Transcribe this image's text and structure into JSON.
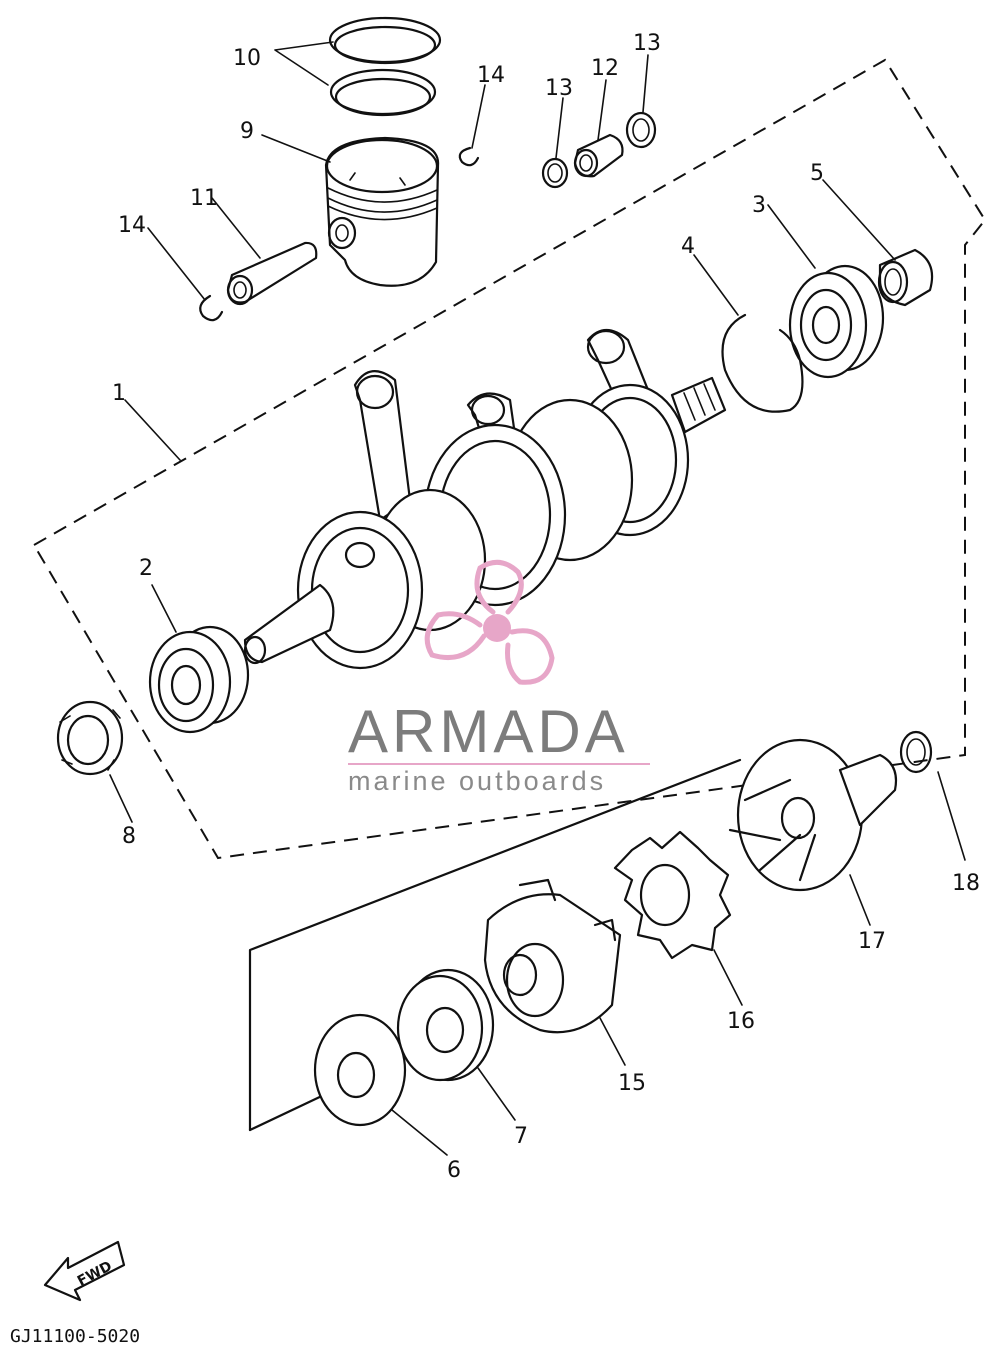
{
  "diagram": {
    "callouts": [
      "1",
      "2",
      "3",
      "4",
      "5",
      "6",
      "7",
      "8",
      "9",
      "10",
      "11",
      "12",
      "13",
      "13",
      "14",
      "14",
      "15",
      "16",
      "17",
      "18"
    ],
    "drawing_code": "GJ11100-5020",
    "direction_label": "FWD"
  },
  "watermark": {
    "brand": "ARMADA",
    "tagline": "marine outboards",
    "brand_color": "#7c7c7c",
    "logo_color": "#e7a6c8",
    "logo_icon": "propeller-icon"
  }
}
